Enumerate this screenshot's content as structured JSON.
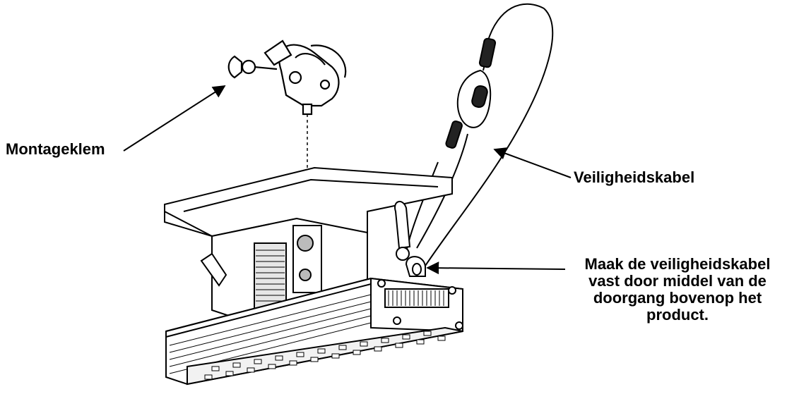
{
  "labels": {
    "clamp": "Montageklem",
    "safety_cable": "Veiligheidskabel",
    "attach_note": [
      "Maak de veiligheidskabel",
      "vast door middel van de",
      "doorgang bovenop het",
      "product."
    ]
  },
  "colors": {
    "line": "#000000",
    "background": "#ffffff",
    "shade": "#d9d9d9",
    "dark_fill": "#333333"
  }
}
